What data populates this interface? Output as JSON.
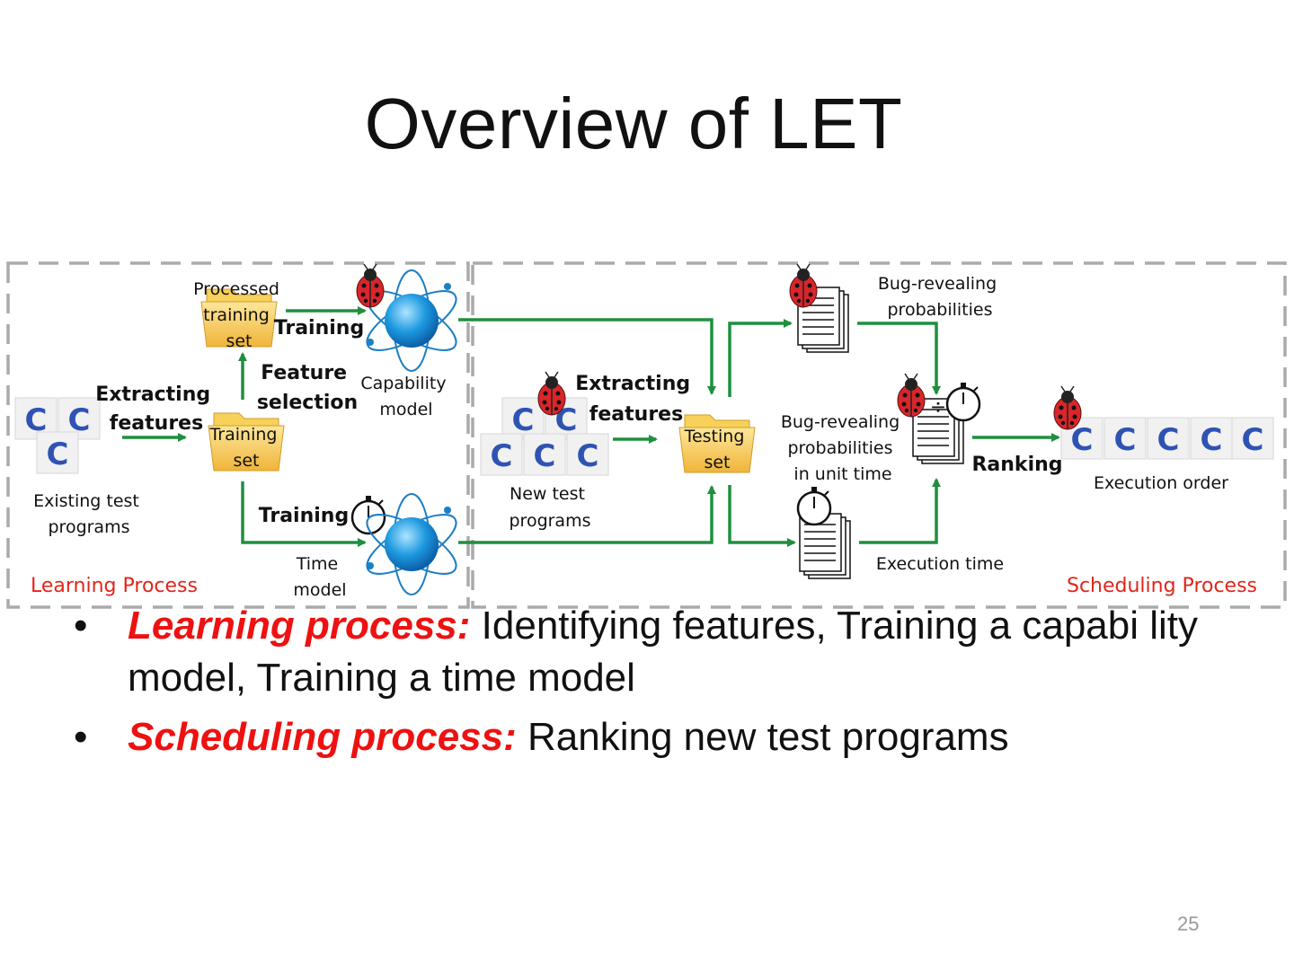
{
  "slide": {
    "title": "Overview of LET",
    "page_number": "25"
  },
  "diagram": {
    "learning": {
      "processed_set_lines": [
        "Processed",
        "training",
        "set"
      ],
      "training_top_label": "Training",
      "feature_selection_lines": [
        "Feature",
        "selection"
      ],
      "capability_model_lines": [
        "Capability",
        "model"
      ],
      "extracting_features_lines": [
        "Extracting",
        "features"
      ],
      "training_set_lines": [
        "Training",
        "set"
      ],
      "existing_programs_lines": [
        "Existing test",
        "programs"
      ],
      "training_bottom_label": "Training",
      "time_model_lines": [
        "Time",
        "model"
      ],
      "process_label": "Learning Process"
    },
    "scheduling": {
      "extracting_features_lines": [
        "Extracting",
        "features"
      ],
      "new_programs_lines": [
        "New test",
        "programs"
      ],
      "testing_set_lines": [
        "Testing",
        "set"
      ],
      "bug_prob_lines": [
        "Bug-revealing",
        "probabilities"
      ],
      "bug_prob_unit_lines": [
        "Bug-revealing",
        "probabilities",
        "in unit time"
      ],
      "ranking_label": "Ranking",
      "execution_time_label": "Execution time",
      "execution_order_label": "Execution order",
      "process_label": "Scheduling Process"
    },
    "program_letter": "C",
    "colors": {
      "arrow": "#1f8f3f",
      "process_label": "#e0261b",
      "dashed_border": "#aaaaaa",
      "folder": "#f6c24a"
    }
  },
  "bullets": [
    {
      "keyword": "Learning process:",
      "text": " Identifying features, Training a capabi lity model, Training a time model"
    },
    {
      "keyword": "Scheduling process:",
      "text": " Ranking new test programs"
    }
  ]
}
